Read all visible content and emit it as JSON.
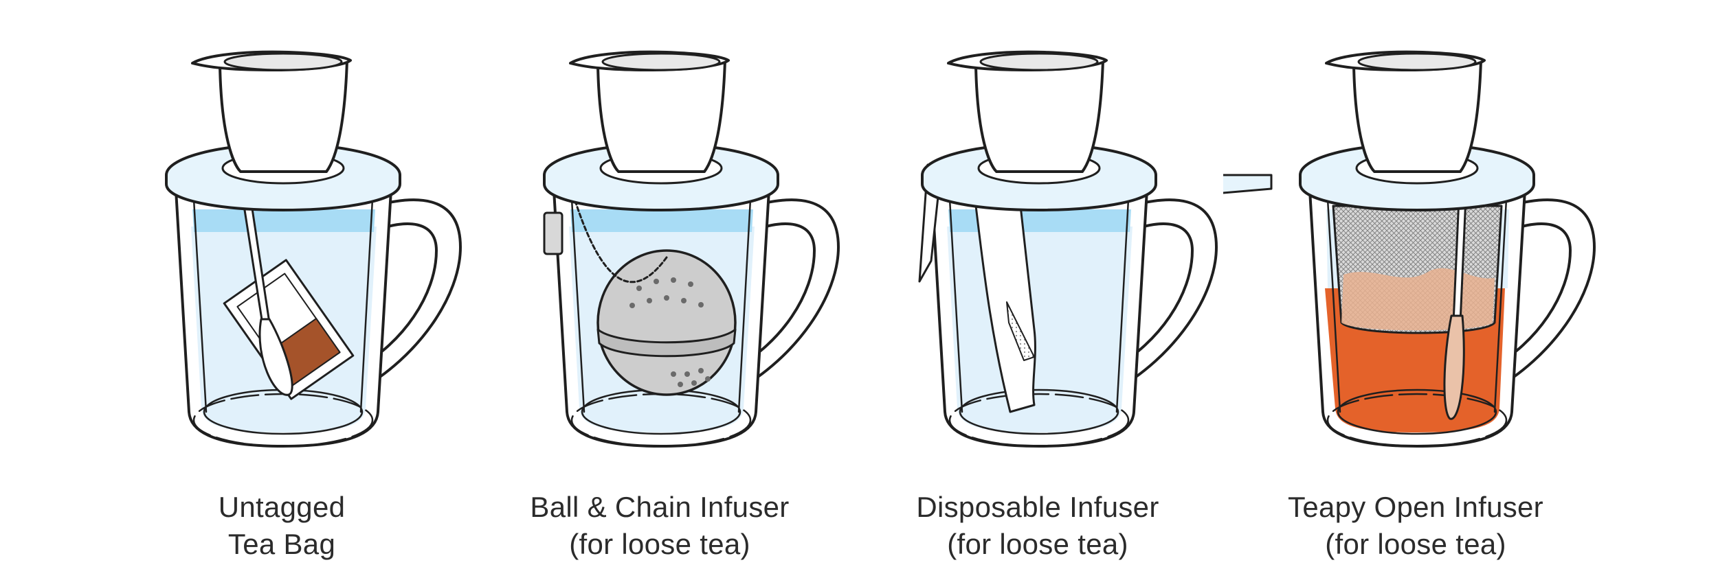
{
  "colors": {
    "water": "#e1f1fb",
    "water_top": "#a8dcf5",
    "lid": "#e6f4fc",
    "outline": "#1f1f1f",
    "tea_brown": "#a5532a",
    "tea_orange": "#e4622a",
    "steel": "#cdcdcd",
    "paper": "#ffffff"
  },
  "items": [
    {
      "icon": "untagged-tea-bag-mug-icon",
      "line1": "Untagged",
      "line2": "Tea Bag"
    },
    {
      "icon": "ball-chain-infuser-mug-icon",
      "line1": "Ball & Chain Infuser",
      "line2": "(for loose tea)"
    },
    {
      "icon": "disposable-infuser-mug-icon",
      "line1": "Disposable Infuser",
      "line2": "(for loose tea)"
    },
    {
      "icon": "teapy-open-infuser-mug-icon",
      "line1": "Teapy Open Infuser",
      "line2": "(for loose tea)"
    }
  ]
}
